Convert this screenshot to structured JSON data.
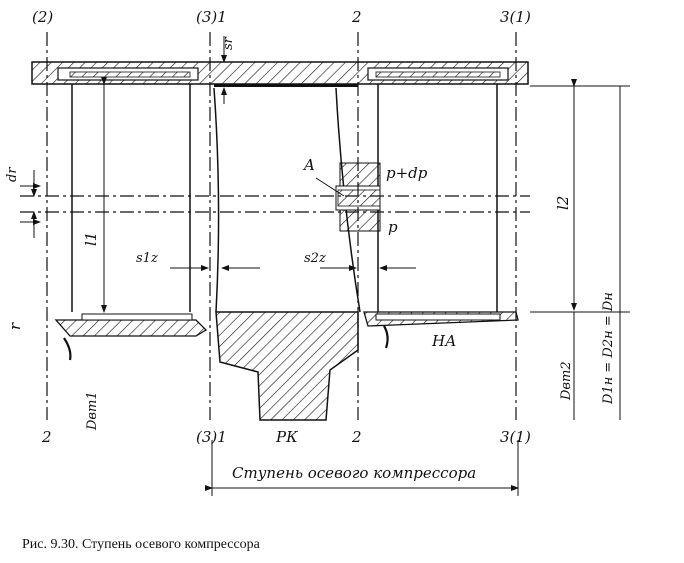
{
  "labels": {
    "sec_top_left": "(2)",
    "sec_top_31": "(3)1",
    "sec_top_2": "2",
    "sec_top_31r": "3(1)",
    "sec_bot_left": "2",
    "sec_bot_31": "(3)1",
    "sec_bot_2": "2",
    "sec_bot_31r": "3(1)",
    "sr": "sr",
    "dr": "dr",
    "r": "r",
    "l1": "l1",
    "l2": "l2",
    "s1z": "s1z",
    "s2z": "s2z",
    "A": "A",
    "p_dp": "p+dp",
    "p": "p",
    "D_vt1": "Dвт1",
    "D_vt2": "Dвт2",
    "D_h": "D1н = D2н = Dн",
    "HA": "НА",
    "PK": "РК",
    "stage": "Ступень осевого компрессора"
  },
  "caption": "Рис. 9.30. Ступень осевого компрессора"
}
